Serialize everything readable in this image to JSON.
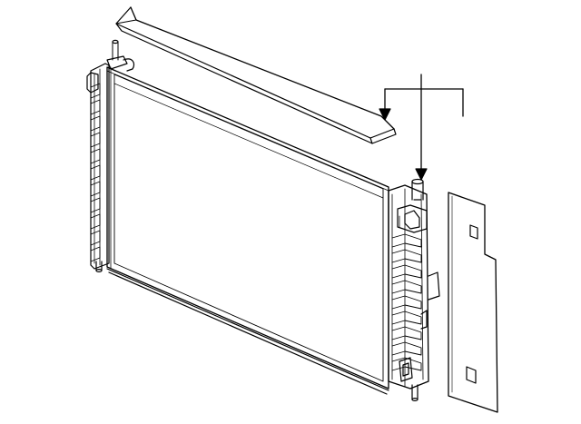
{
  "diagram": {
    "type": "exploded-parts-diagram",
    "subject": "radiator-assembly",
    "colors": {
      "line": "#000000",
      "background": "#ffffff",
      "highlight": "#ffffff"
    },
    "parts": [
      {
        "id": "upper-seal",
        "icon": "seal-strip-icon"
      },
      {
        "id": "radiator-core",
        "icon": "radiator-icon"
      },
      {
        "id": "left-tank",
        "icon": "tank-icon"
      },
      {
        "id": "right-tank",
        "icon": "tank-icon"
      },
      {
        "id": "side-baffle",
        "icon": "baffle-plate-icon"
      }
    ],
    "callouts": [
      {
        "target": "upper-seal",
        "icon": "arrow-down-icon"
      },
      {
        "target": "right-tank-inlet",
        "icon": "arrow-down-icon"
      }
    ]
  }
}
